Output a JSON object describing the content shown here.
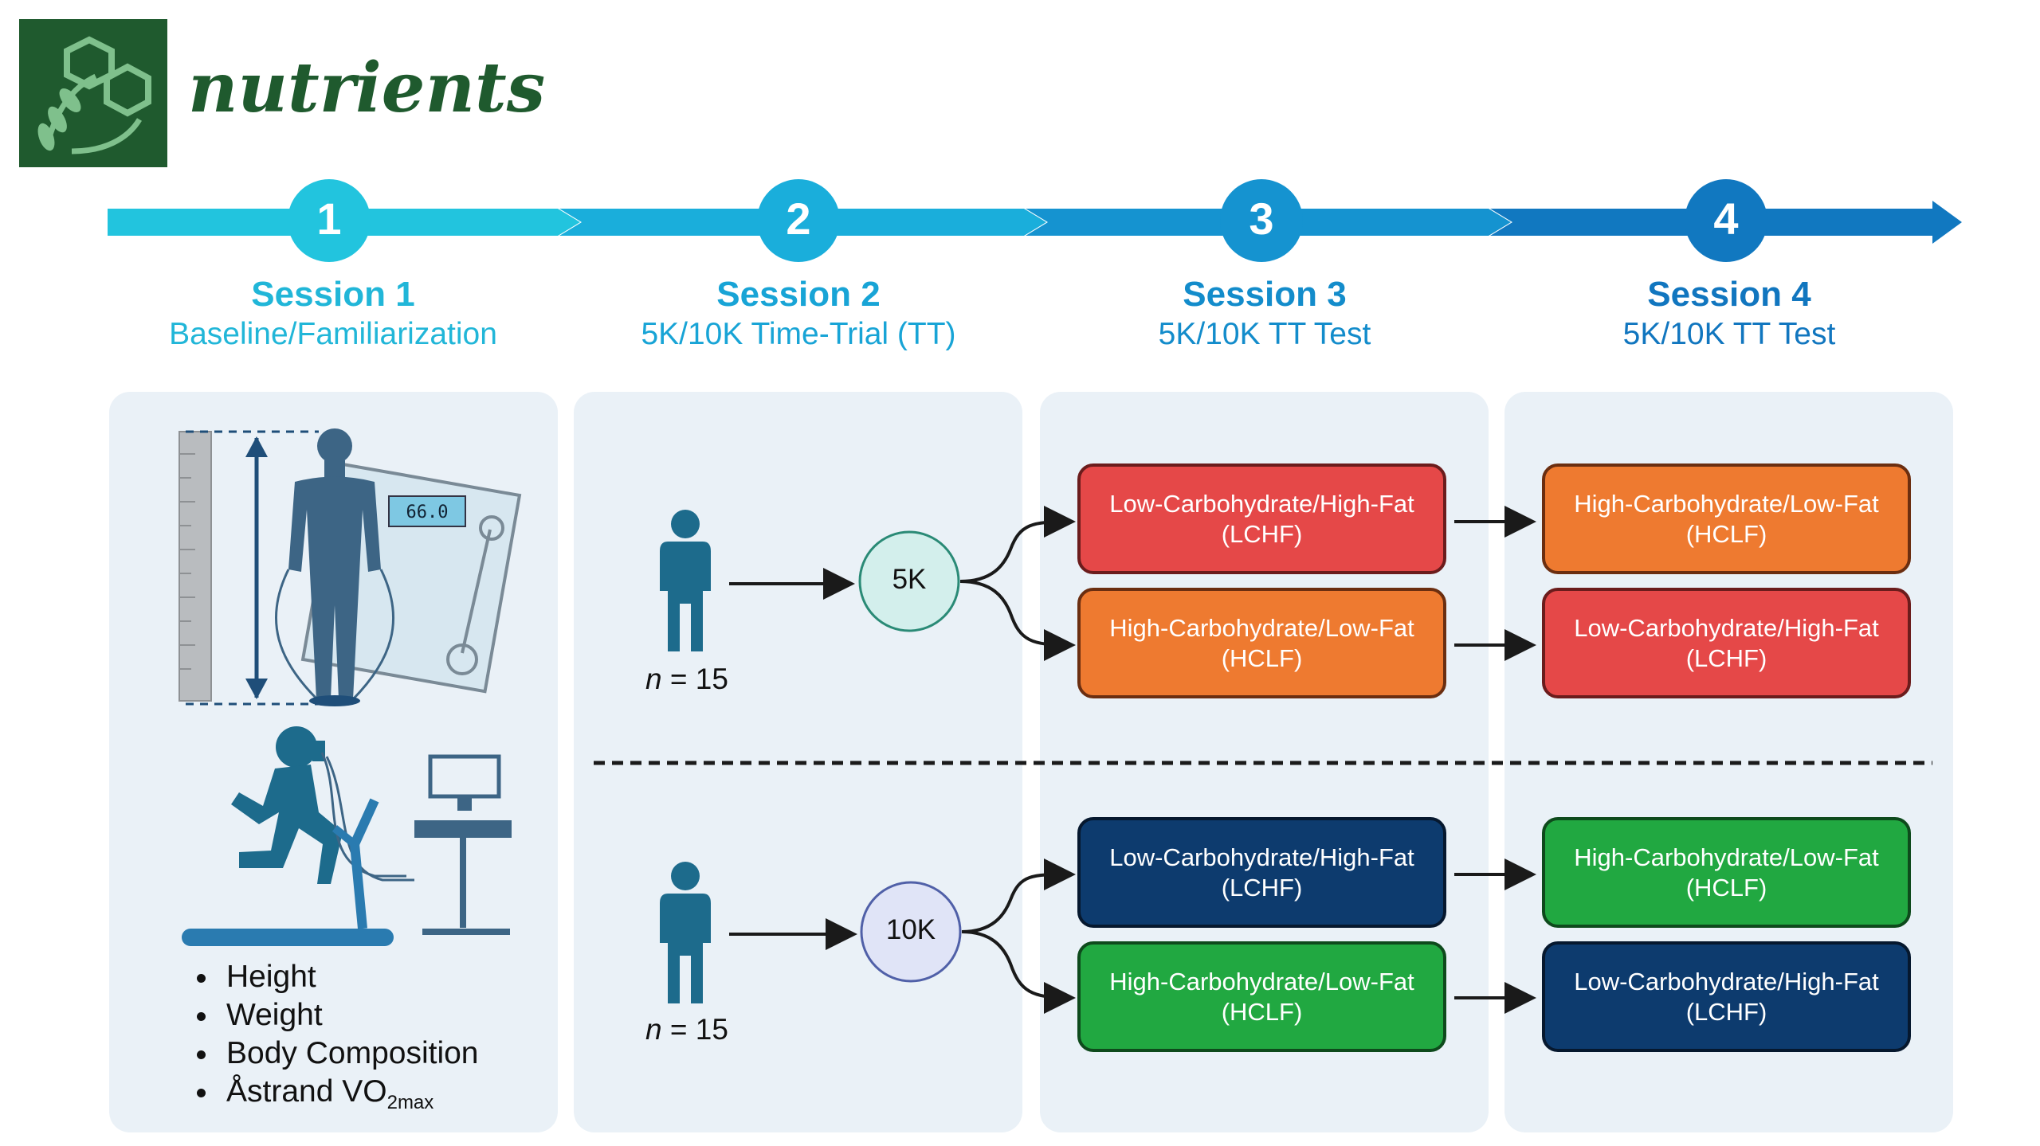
{
  "journal": {
    "name": "nutrients"
  },
  "colors": {
    "arrow1": "#22c4de",
    "arrow2": "#1aaedb",
    "arrow3": "#1593d0",
    "arrow4": "#1178c0",
    "panel": "#eaf1f7",
    "lchf_red": "#e54848",
    "hclf_orange": "#ee7a30",
    "lchf_navy": "#0d3b6e",
    "hclf_green": "#21a841",
    "logo_green": "#1f5a2e"
  },
  "sessions": [
    {
      "number": "1",
      "title": "Session 1",
      "subtitle": "Baseline/Familiarization"
    },
    {
      "number": "2",
      "title": "Session 2",
      "subtitle": "5K/10K Time-Trial (TT)"
    },
    {
      "number": "3",
      "title": "Session 3",
      "subtitle": "5K/10K TT Test"
    },
    {
      "number": "4",
      "title": "Session 4",
      "subtitle": "5K/10K TT Test"
    }
  ],
  "measures": [
    "Height",
    "Weight",
    "Body Composition",
    "Åstrand VO"
  ],
  "vo2_subscript": "2max",
  "scale_display": "66.0",
  "groups": [
    {
      "race": "5K",
      "n_symbol": "n",
      "n_value": "= 15"
    },
    {
      "race": "10K",
      "n_symbol": "n",
      "n_value": "= 15"
    }
  ],
  "boxes": {
    "g1_s3_top": {
      "line1": "Low-Carbohydrate/High-Fat",
      "line2": "(LCHF)"
    },
    "g1_s3_bottom": {
      "line1": "High-Carbohydrate/Low-Fat",
      "line2": "(HCLF)"
    },
    "g1_s4_top": {
      "line1": "High-Carbohydrate/Low-Fat",
      "line2": "(HCLF)"
    },
    "g1_s4_bottom": {
      "line1": "Low-Carbohydrate/High-Fat",
      "line2": "(LCHF)"
    },
    "g2_s3_top": {
      "line1": "Low-Carbohydrate/High-Fat",
      "line2": "(LCHF)"
    },
    "g2_s3_bottom": {
      "line1": "High-Carbohydrate/Low-Fat",
      "line2": "(HCLF)"
    },
    "g2_s4_top": {
      "line1": "High-Carbohydrate/Low-Fat",
      "line2": "(HCLF)"
    },
    "g2_s4_bottom": {
      "line1": "Low-Carbohydrate/High-Fat",
      "line2": "(LCHF)"
    }
  }
}
